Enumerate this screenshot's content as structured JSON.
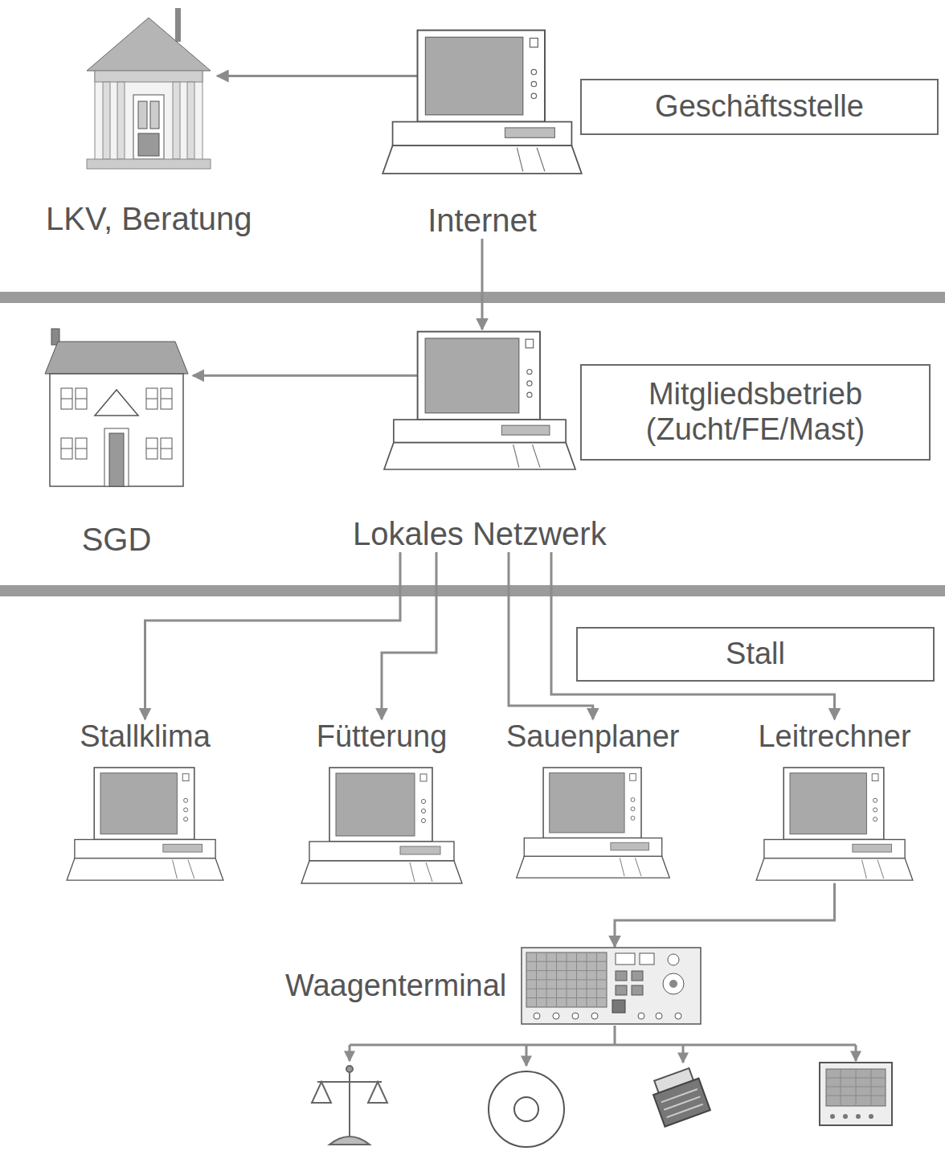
{
  "diagram": {
    "nodes": [
      {
        "text": [
          "LKV, Beratung"
        ]
      },
      {
        "text": [
          "Internet"
        ]
      },
      {
        "text": [
          "Geschäftsstelle"
        ]
      },
      {
        "text": [
          "SGD"
        ]
      },
      {
        "text": [
          "Lokales Netzwerk"
        ]
      },
      {
        "text": [
          "Mitgliedsbetrieb (Zucht/FE/Mast)"
        ]
      },
      {
        "text": [
          "Stall"
        ]
      },
      {
        "text": [
          "Stallklima"
        ]
      },
      {
        "text": [
          "Fütterung"
        ]
      },
      {
        "text": [
          "Sauenplaner"
        ]
      },
      {
        "text": [
          "Leitrechner"
        ]
      },
      {
        "text": [
          "Waagenterminal"
        ]
      }
    ],
    "edges": [
      {
        "from": 1,
        "to": 0,
        "arrow": "to"
      },
      {
        "from": 1,
        "to": 4,
        "arrow": "to"
      },
      {
        "from": 4,
        "to": 3,
        "arrow": "to"
      },
      {
        "from": 4,
        "to": 7,
        "arrow": "to"
      },
      {
        "from": 4,
        "to": 8,
        "arrow": "to"
      },
      {
        "from": 4,
        "to": 9,
        "arrow": "to"
      },
      {
        "from": 4,
        "to": 10,
        "arrow": "to"
      },
      {
        "from": 10,
        "to": 11,
        "arrow": "to"
      }
    ]
  }
}
